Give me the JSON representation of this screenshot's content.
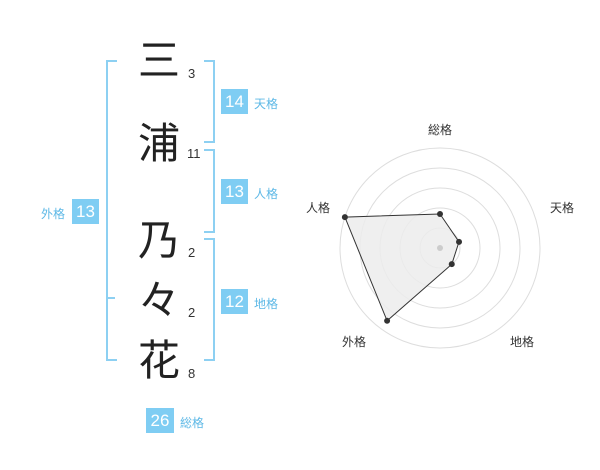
{
  "name": {
    "chars": [
      {
        "char": "三",
        "strokes": "3"
      },
      {
        "char": "浦",
        "strokes": "11"
      },
      {
        "char": "乃",
        "strokes": "2"
      },
      {
        "char": "々",
        "strokes": "2"
      },
      {
        "char": "花",
        "strokes": "8"
      }
    ]
  },
  "fortunes": {
    "tenkaku": {
      "label": "天格",
      "value": "14"
    },
    "jinkaku": {
      "label": "人格",
      "value": "13"
    },
    "chikaku": {
      "label": "地格",
      "value": "12"
    },
    "gaikaku": {
      "label": "外格",
      "value": "13"
    },
    "soukaku": {
      "label": "総格",
      "value": "26"
    }
  },
  "radar": {
    "labels": {
      "soukaku": "総格",
      "tenkaku": "天格",
      "chikaku": "地格",
      "gaikaku": "外格",
      "jinkaku": "人格"
    },
    "scale_max": 5,
    "rings": 5,
    "values": {
      "soukaku": 1.7,
      "tenkaku": 1.0,
      "chikaku": 1.0,
      "gaikaku": 4.5,
      "jinkaku": 5.0
    },
    "colors": {
      "ring": "#dddddd",
      "fill": "#ececec",
      "line": "#333333",
      "point": "#333333",
      "center": "#cccccc"
    }
  }
}
